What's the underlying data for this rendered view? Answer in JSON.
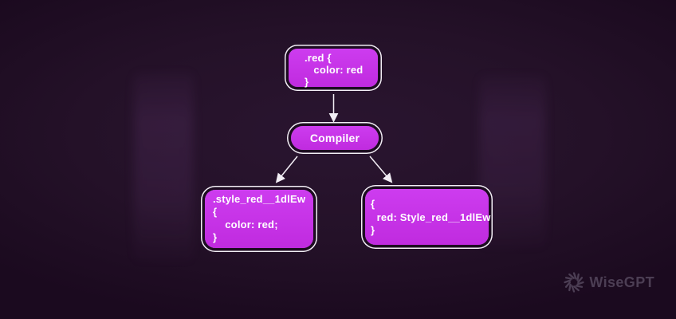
{
  "diagram": {
    "title_hint": "CSS Modules compilation flow",
    "source_node": {
      "lines": [
        ".red {",
        "   color: red",
        "}"
      ]
    },
    "compiler_node": {
      "label": "Compiler"
    },
    "compiled_css_node": {
      "lines": [
        ".style_red__1dlEw",
        "{",
        "    color: red;",
        "}"
      ]
    },
    "class_mapping_node": {
      "lines": [
        "{",
        "  red: Style_red__1dlEw",
        "}"
      ]
    },
    "arrows": [
      {
        "from": "source_node",
        "to": "compiler_node"
      },
      {
        "from": "compiler_node",
        "to": "compiled_css_node"
      },
      {
        "from": "compiler_node",
        "to": "class_mapping_node"
      }
    ]
  },
  "branding": {
    "logo_text": "WiseGPT",
    "logo_icon": "swirl-aperture-icon"
  },
  "colors": {
    "background": "#221027",
    "node_fill": "#c633e7",
    "node_ring": "#f2eef5",
    "node_gap": "#1d0c21",
    "arrow": "#f2eef5",
    "node_text": "#ffffff",
    "logo": "#4c3e54"
  }
}
